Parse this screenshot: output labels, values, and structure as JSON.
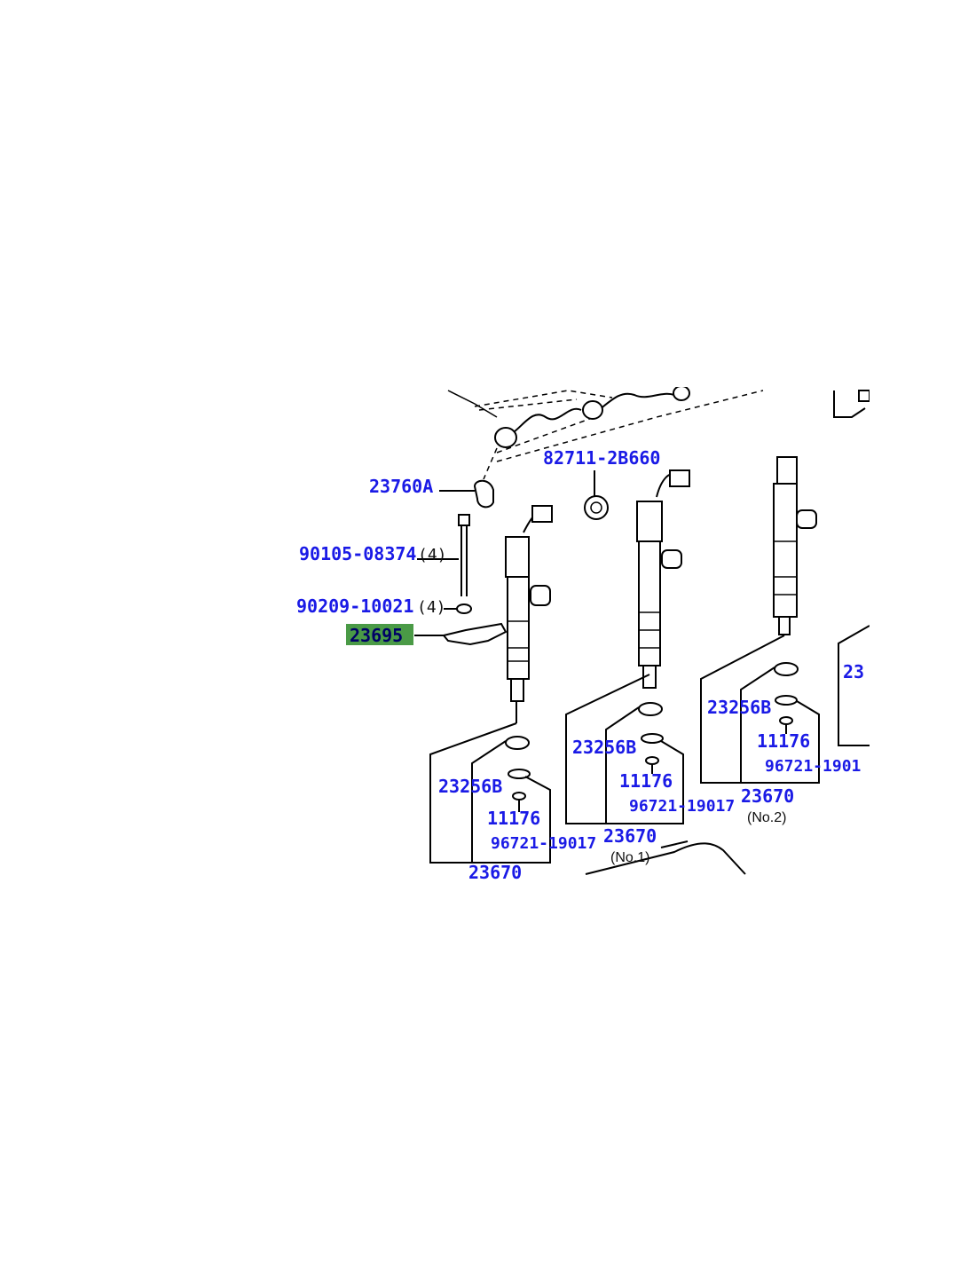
{
  "diagram": {
    "highlight_color": "#4a9a46",
    "label_color": "#1a1ae6",
    "labels": {
      "return_hose_clip": "23760A",
      "wire_clamp": "82711-2B660",
      "bolt": "90105-08374",
      "bolt_qty": "(4)",
      "washer": "90209-10021",
      "washer_qty": "(4)",
      "clamp_highlighted": "23695",
      "seal_1": "23256B",
      "seal_2": "23256B",
      "seal_3": "23256B",
      "oring_1": "11176",
      "oring_2": "11176",
      "oring_3": "11176",
      "gasket_1": "96721-19017",
      "gasket_2": "96721-19017",
      "gasket_3": "96721-1901",
      "set_bottom": "23670",
      "set_no1": "23670",
      "set_no2": "23670",
      "partial_right": "23",
      "note_no1": "(No.1)",
      "note_no2": "(No.2)"
    }
  }
}
